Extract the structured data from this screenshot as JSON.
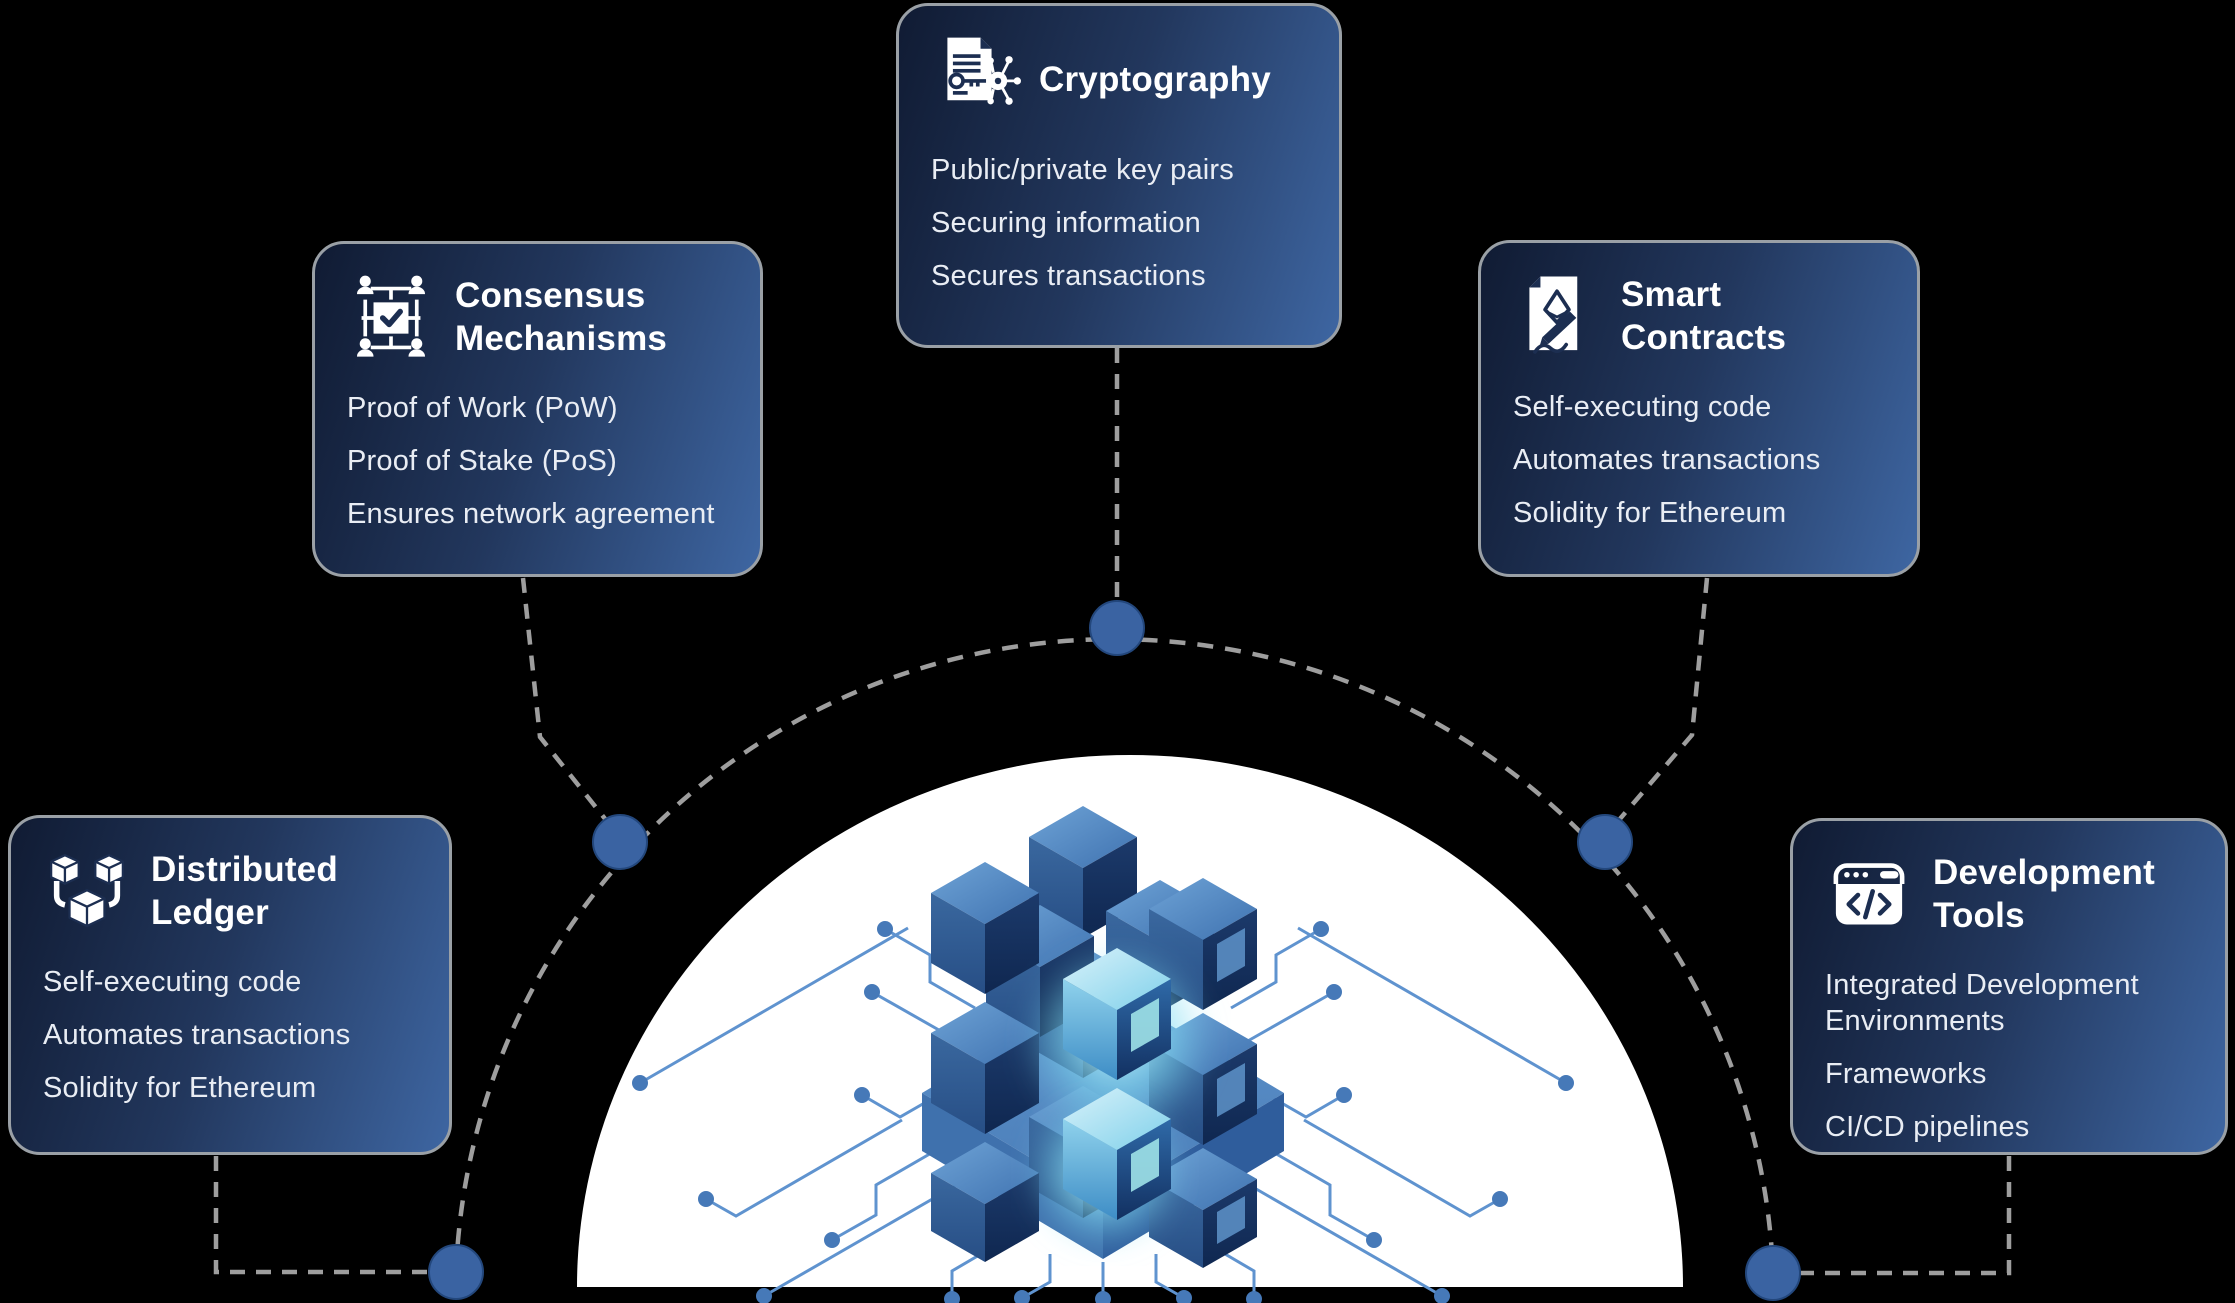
{
  "page": {
    "background": "#000000"
  },
  "colors": {
    "card_gradient_start": "#101b33",
    "card_gradient_end": "#3e66a2",
    "card_border": "#9aa0a6",
    "title": "#ffffff",
    "item": "#e9edf4",
    "connector": "#9e9e9e",
    "node": "#3a63a2",
    "dome": "#ffffff",
    "circuit": "#5f93cf"
  },
  "cards": [
    {
      "id": "cryptography",
      "icon": "cryptography-icon",
      "title": "Cryptography",
      "items": [
        "Public/private key pairs",
        "Securing information",
        "Secures transactions"
      ]
    },
    {
      "id": "consensus-mechanisms",
      "icon": "consensus-mechanisms-icon",
      "title": "Consensus Mechanisms",
      "items": [
        "Proof of Work (PoW)",
        "Proof of Stake (PoS)",
        "Ensures network agreement"
      ]
    },
    {
      "id": "smart-contracts",
      "icon": "smart-contracts-icon",
      "title": "Smart Contracts",
      "items": [
        "Self-executing code",
        "Automates transactions",
        "Solidity for Ethereum"
      ]
    },
    {
      "id": "distributed-ledger",
      "icon": "distributed-ledger-icon",
      "title": "Distributed Ledger",
      "items": [
        "Self-executing code",
        "Automates transactions",
        "Solidity for Ethereum"
      ]
    },
    {
      "id": "development-tools",
      "icon": "development-tools-icon",
      "title": "Development Tools",
      "items": [
        "Integrated Development Environments",
        "Frameworks",
        "CI/CD pipelines"
      ]
    }
  ],
  "center_illustration": "isometric-blockchain-cubes"
}
